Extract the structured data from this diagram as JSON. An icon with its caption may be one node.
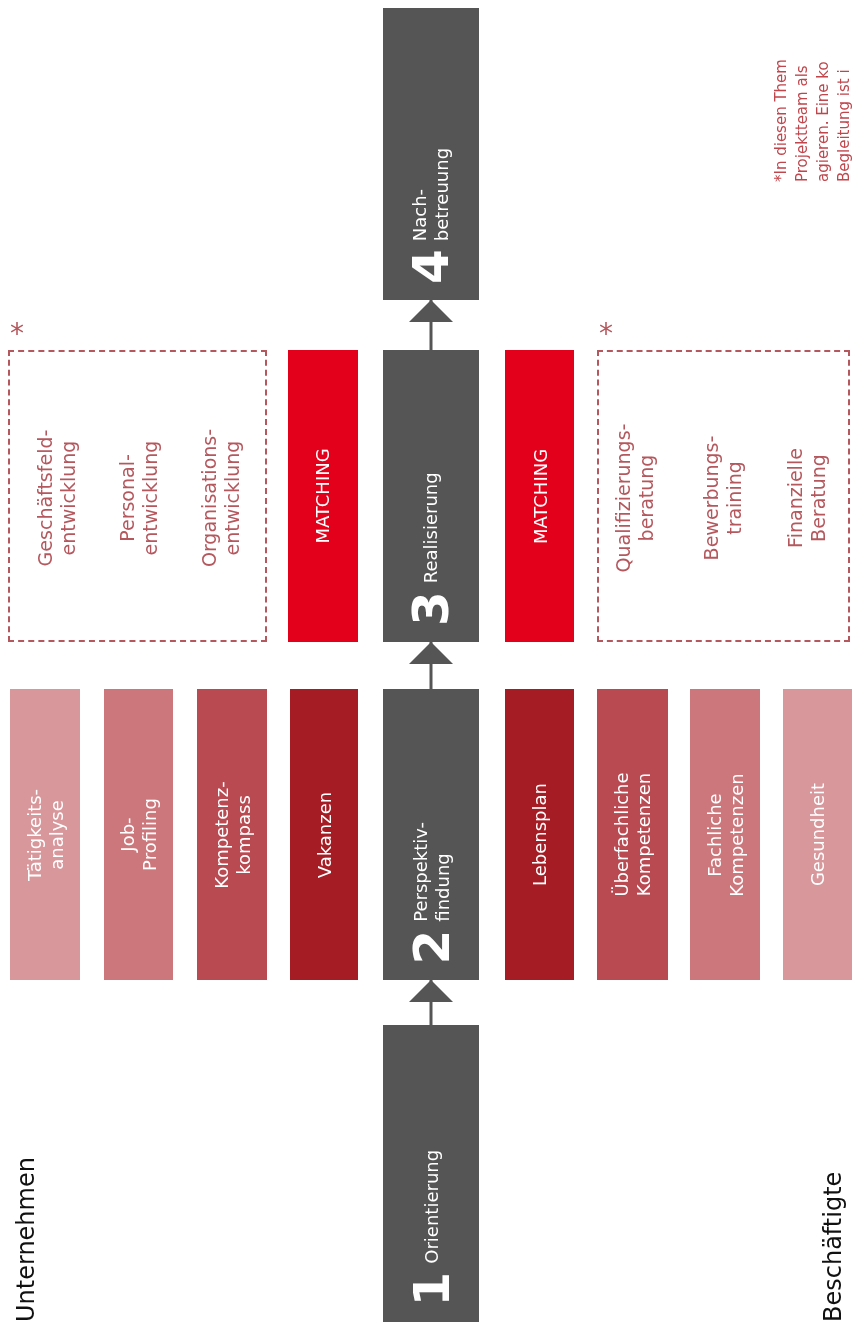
{
  "diagram": {
    "nodes": [
      {
        "text": [
          "1",
          "Orientierung"
        ]
      },
      {
        "text": [
          "2",
          "Perspektiv- findung"
        ]
      },
      {
        "text": [
          "3",
          "Realisierung"
        ]
      },
      {
        "text": [
          "4",
          "Nach- betreuung"
        ]
      },
      {
        "text": [
          "Tätigkeits- analyse"
        ]
      },
      {
        "text": [
          "Job- Profiling"
        ]
      },
      {
        "text": [
          "Kompetenz- kompass"
        ]
      },
      {
        "text": [
          "Vakanzen"
        ]
      },
      {
        "text": [],
        "shape": "box",
        "beside": [
          "*"
        ]
      },
      {
        "text": [
          "Geschäftsfeld- entwicklung"
        ],
        "in": 8
      },
      {
        "text": [
          "Personal- entwicklung"
        ],
        "in": 8
      },
      {
        "text": [
          "Organisations- entwicklung"
        ],
        "in": 8
      },
      {
        "text": [
          "MATCHING"
        ]
      },
      {
        "text": [
          "MATCHING"
        ]
      },
      {
        "text": [
          "Lebensplan"
        ]
      },
      {
        "text": [
          "Überfachliche Kompetenzen"
        ]
      },
      {
        "text": [
          "Fachliche Kompetenzen"
        ]
      },
      {
        "text": [
          "Gesundheit"
        ]
      },
      {
        "text": [],
        "shape": "box",
        "beside": [
          "*"
        ]
      },
      {
        "text": [
          "Qualifizierungs- beratung"
        ],
        "in": 18
      },
      {
        "text": [
          "Bewerbungs- training"
        ],
        "in": 18
      },
      {
        "text": [
          "Finanzielle Beratung"
        ],
        "in": 18
      }
    ],
    "edges": [
      {
        "from": 0,
        "to": 1,
        "arrow": "to"
      },
      {
        "from": 1,
        "to": 2,
        "arrow": "to"
      },
      {
        "from": 2,
        "to": 3,
        "arrow": "to"
      }
    ],
    "labels": [
      "Unternehmen",
      "Beschäftigte",
      "*In diesen Them Projektteam als agieren. Eine ko Begleitung ist i"
    ]
  }
}
